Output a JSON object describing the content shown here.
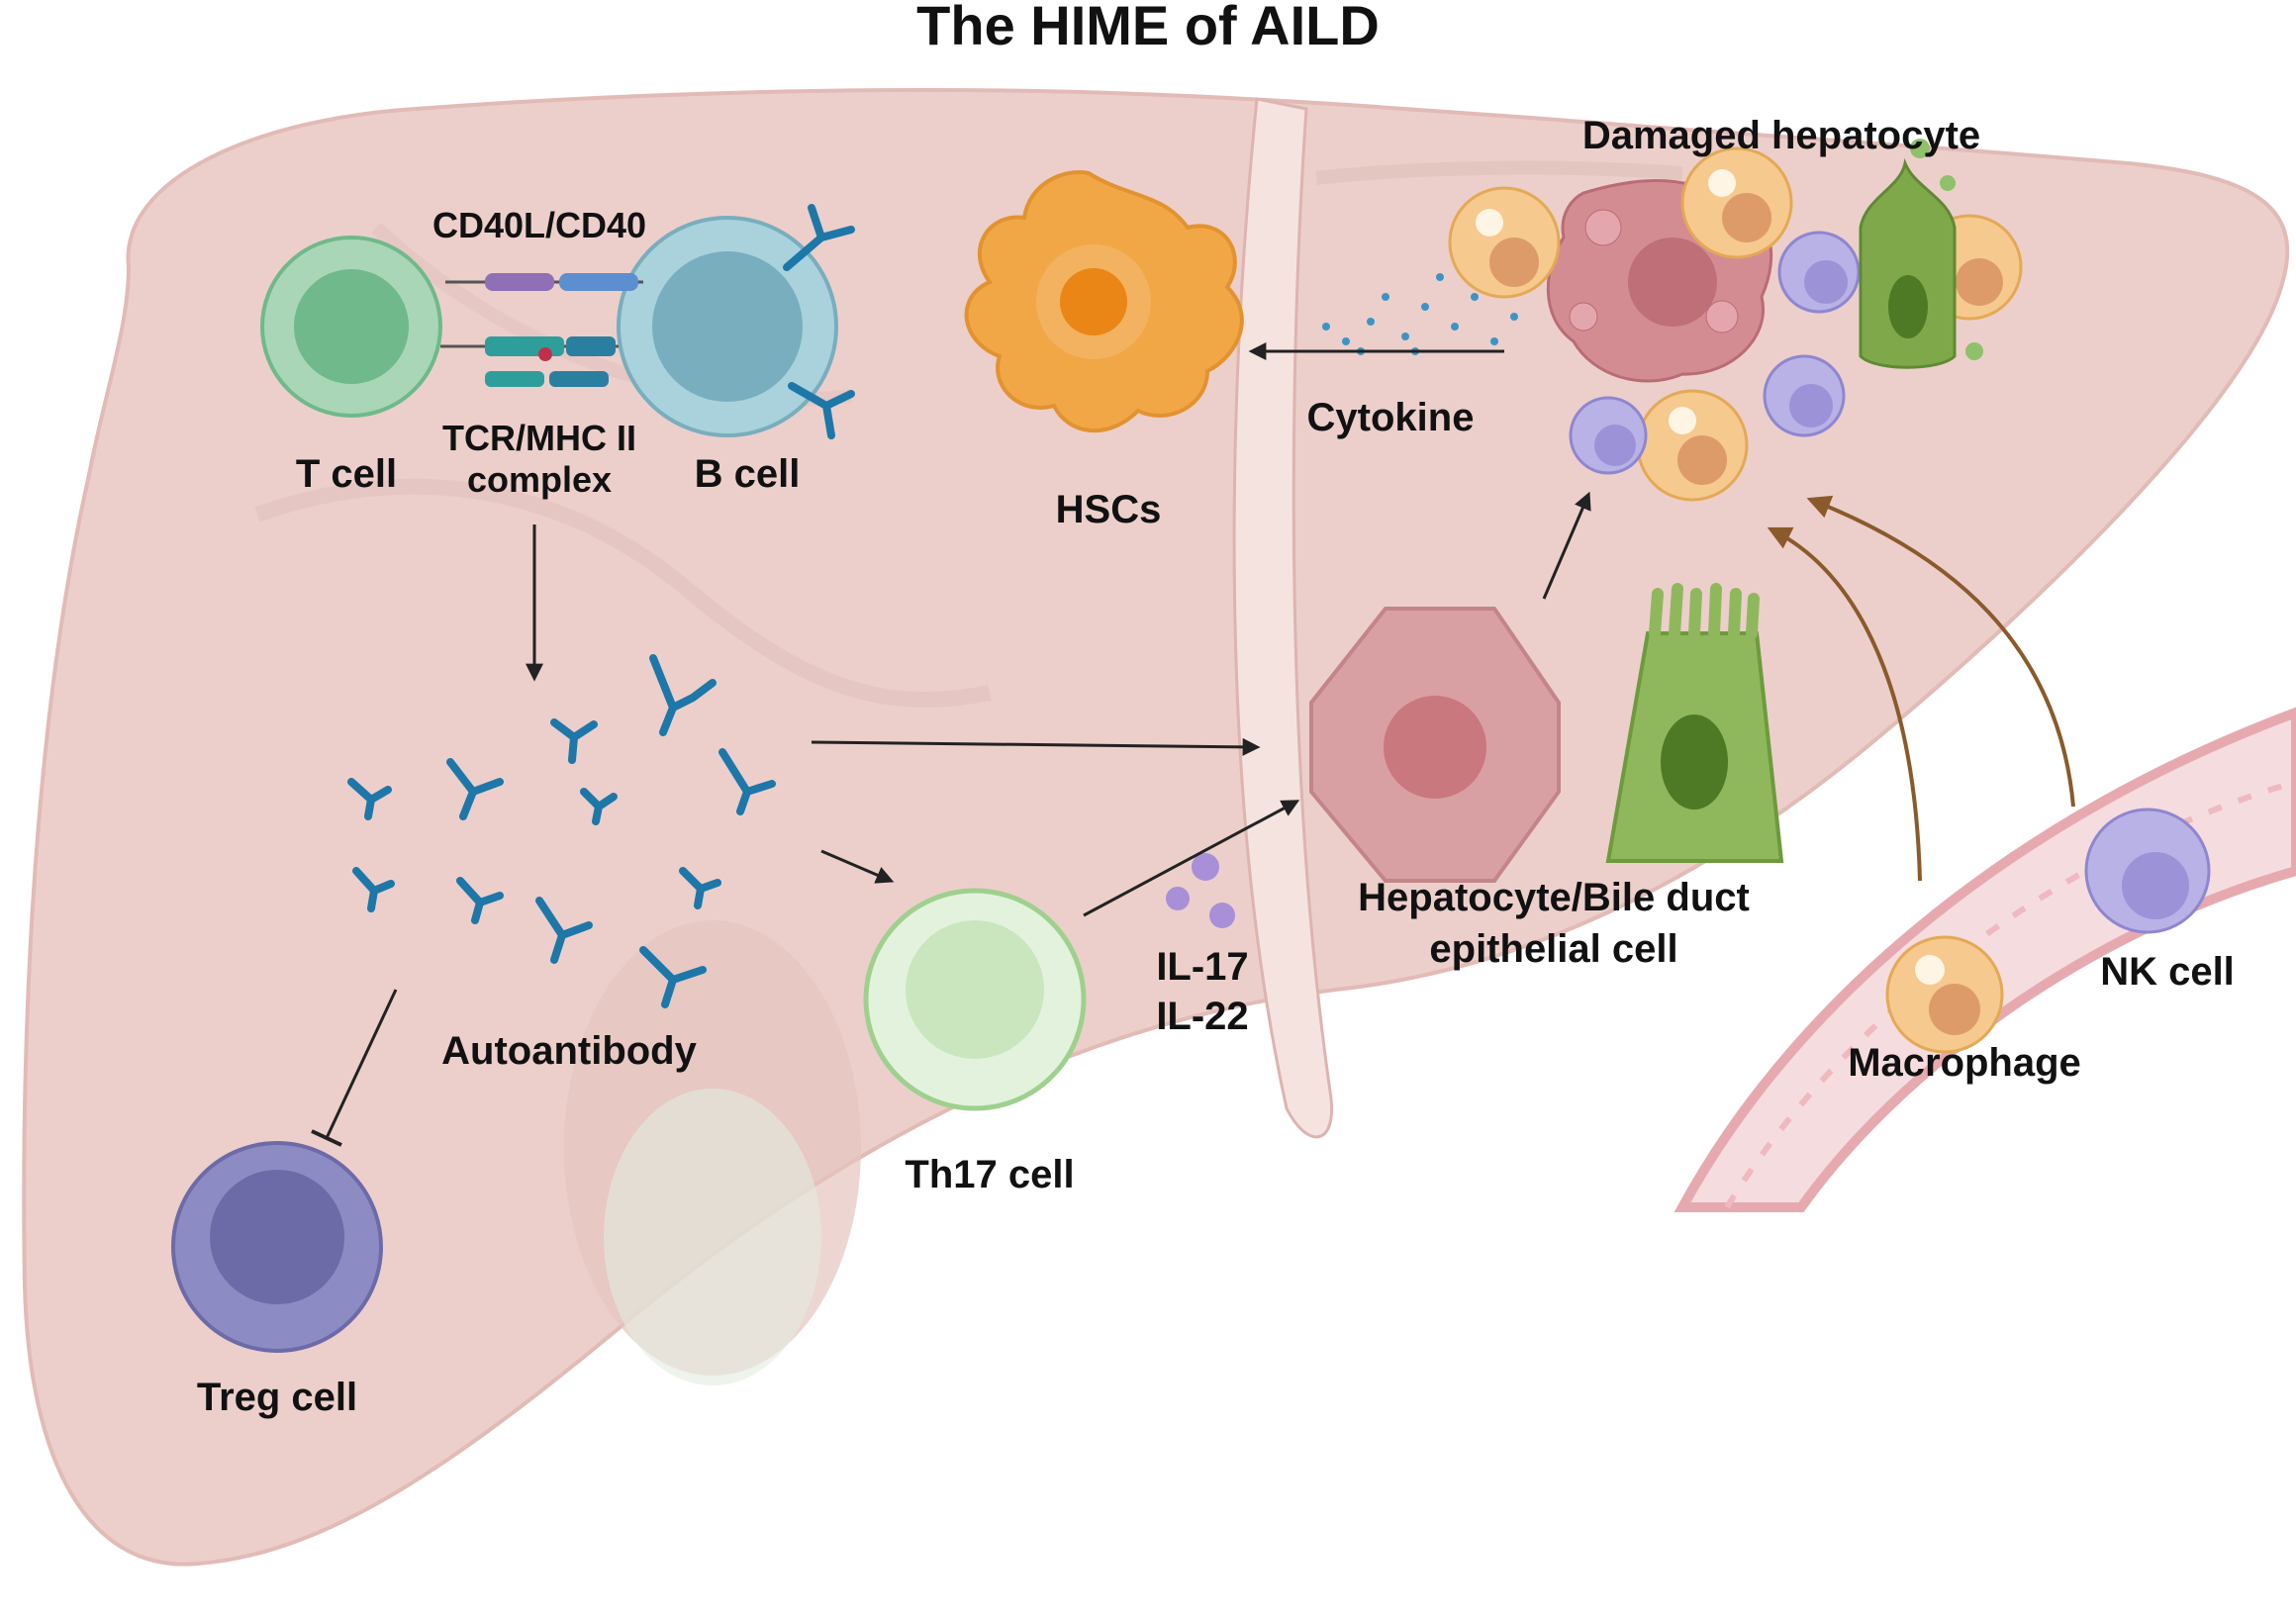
{
  "title": "The HIME of AILD",
  "labels": {
    "cd40l_cd40": "CD40L/CD40",
    "t_cell": "T cell",
    "tcr_mhc_line1": "TCR/MHC II",
    "tcr_mhc_line2": "complex",
    "b_cell": "B cell",
    "hscs": "HSCs",
    "cytokine": "Cytokine",
    "damaged_hepatocyte": "Damaged hepatocyte",
    "autoantibody": "Autoantibody",
    "th17_cell": "Th17 cell",
    "il17": "IL-17",
    "il22": "IL-22",
    "hepatocyte_line1": "Hepatocyte/Bile duct",
    "hepatocyte_line2": "epithelial cell",
    "treg_cell": "Treg cell",
    "macrophage": "Macrophage",
    "nk_cell": "NK cell"
  },
  "colors": {
    "liver": "#eccfcb",
    "liver_dark": "#e2bab6",
    "t_cell": "#6fb98a",
    "b_cell": "#78aebd",
    "hsc": "#f2a746",
    "th17": "#c9e6bf",
    "treg": "#6d6aa8",
    "antibody": "#1d77a8",
    "bile_duct": "#7fa84a",
    "hepatocyte": "#cf8d90",
    "macrophage": "#f6c98e",
    "nk_cell": "#9b92d8",
    "vessel": "#f1c2c6",
    "cytokine_dot": "#3d94c4",
    "arrow": "#222222",
    "brown_arrow": "#8a5a2b"
  }
}
